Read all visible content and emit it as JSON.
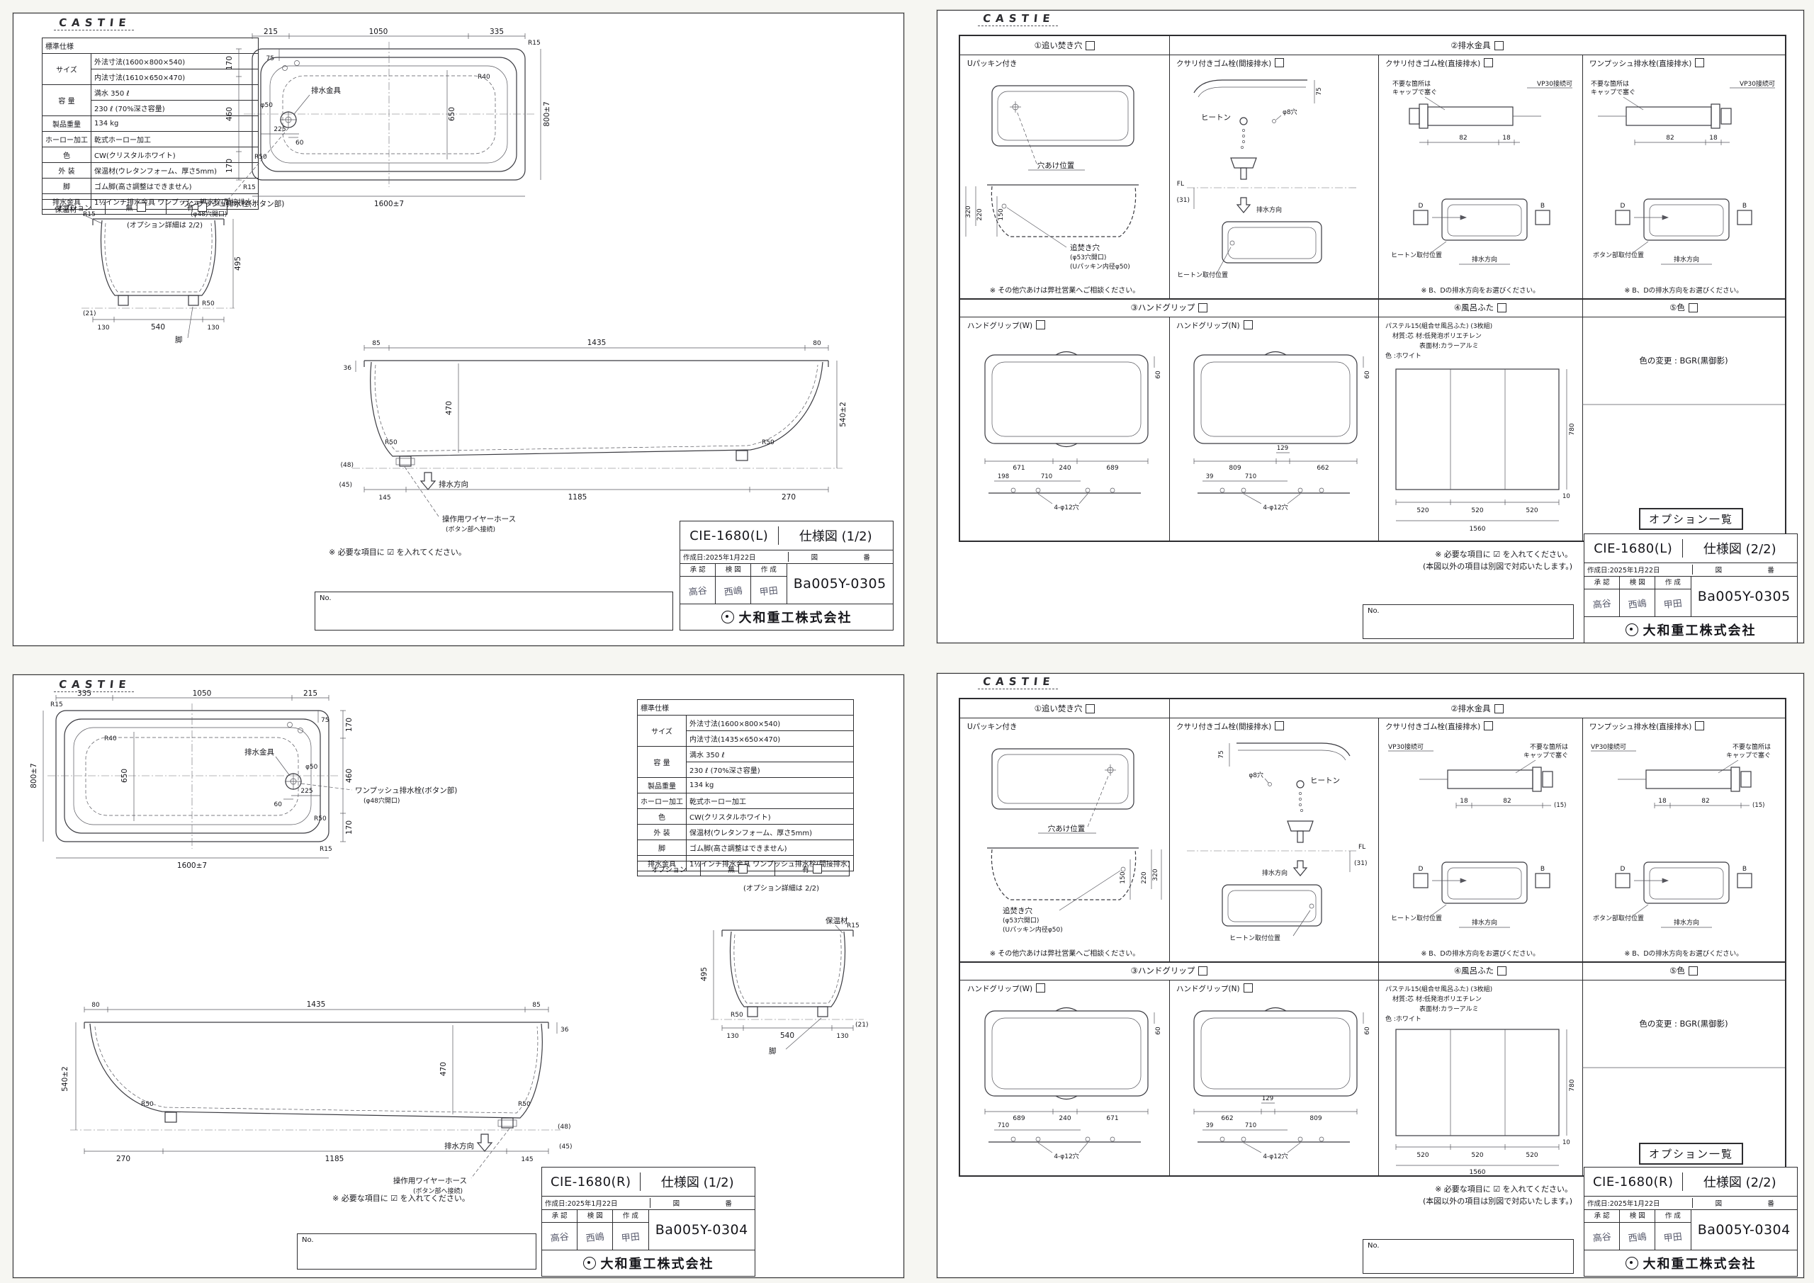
{
  "logo": {
    "text": "CASTIE"
  },
  "company": {
    "name": "大和重工株式会社"
  },
  "notes": {
    "check": "※ 必要な項目に ☑ を入れてください。",
    "check2": "(本図以外の項目は別図で対応いたします。)",
    "no_label": "No.",
    "date": "作成日:2025年1月22日",
    "zu": "図",
    "ban": "番",
    "approve": "承 認",
    "inspect": "検 図",
    "create": "作 成",
    "sig_approve": "高谷",
    "sig_inspect": "西嶋",
    "sig_create": "甲田",
    "option_badge": "オプション一覧"
  },
  "titles": {
    "tl_model": "CIE-1680(L)",
    "tl_sheet": "仕様図 (1/2)",
    "tl_no": "Ba005Y-0305",
    "tr_model": "CIE-1680(L)",
    "tr_sheet": "仕様図 (2/2)",
    "tr_no": "Ba005Y-0305",
    "bl_model": "CIE-1680(R)",
    "bl_sheet": "仕様図 (1/2)",
    "bl_no": "Ba005Y-0304",
    "br_model": "CIE-1680(R)",
    "br_sheet": "仕様図 (2/2)",
    "br_no": "Ba005Y-0304"
  },
  "spec": {
    "title": "標準仕様",
    "size_label": "サイズ",
    "size_outer": "外法寸法(1600×800×540)",
    "size_inner_l": "内法寸法(1610×650×470)",
    "size_inner_r": "内法寸法(1435×650×470)",
    "cap_label": "容 量",
    "cap_full": "満水 350 ℓ",
    "cap_part": "230 ℓ (70%深さ容量)",
    "weight_label": "製品重量",
    "weight": "134 kg",
    "enamel_label": "ホーロー加工",
    "enamel": "乾式ホーロー加工",
    "color_label": "色",
    "color": "CW(クリスタルホワイト)",
    "exterior_label": "外 装",
    "exterior": "保温材(ウレタンフォーム、厚さ5mm)",
    "leg_label": "脚",
    "leg": "ゴム脚(高さ調整はできません)",
    "drain_label": "排水金具",
    "drain": "1½インチ排水金具 ワンプッシュ排水栓(間接排水)",
    "opt_label": "オプション",
    "opt_none": "無",
    "opt_yes": "有",
    "opt_note": "(オプション詳細は 2/2)"
  },
  "plan": {
    "d215": "215",
    "d1050": "1050",
    "d335": "335",
    "d75": "75",
    "d170a": "170",
    "d460": "460",
    "d170b": "170",
    "d800": "800±7",
    "d650": "650",
    "d225": "225",
    "d1600": "1600±7",
    "r15": "R15",
    "r40": "R40",
    "r50": "R50",
    "phi50": "φ50",
    "d60": "60",
    "drain_label": "排水金具",
    "onepush1": "ワンプッシュ排水栓(ボタン部)",
    "onepush2": "(φ48穴開口)"
  },
  "cross": {
    "ins": "保温材",
    "d495": "495",
    "d130a": "130",
    "d540": "540",
    "d130b": "130",
    "d21": "(21)",
    "leg": "脚",
    "r15": "R15",
    "r50": "R50"
  },
  "long": {
    "d85": "85",
    "d1435": "1435",
    "d80": "80",
    "d36": "36",
    "d470": "470",
    "d540": "540±2",
    "d145": "145",
    "d1185": "1185",
    "d270": "270",
    "d45": "(45)",
    "d48": "(48)",
    "r50": "R50",
    "drain_dir": "排水方向",
    "wire1": "操作用ワイヤーホース",
    "wire2": "(ボタン部へ接続)"
  },
  "opt": {
    "h1": "①追い焚き穴",
    "h2": "②排水金具",
    "h3": "③ハンドグリップ",
    "h4": "④風呂ふた",
    "h5": "⑤色",
    "c1_sub": "Uパッキン付き",
    "c2_sub": "クサリ付きゴム栓(間接排水)",
    "c3_sub": "クサリ付きゴム栓(直接排水)",
    "c4_sub": "ワンプッシュ排水栓(直接排水)",
    "hole_pos": "穴あけ位置",
    "d320": "320",
    "d220": "220",
    "d150": "150",
    "oidaki1": "追焚き穴",
    "oidaki2": "(φ53穴開口)",
    "oidaki3": "(Uパッキン内径φ50)",
    "c1_note": "※ その他穴あけは弊社営業へご相談ください。",
    "d75": "75",
    "heaton": "ヒートン",
    "phi8": "φ8穴",
    "fl": "FL",
    "d31": "(31)",
    "cap1": "不要な箇所は",
    "cap2": "キャップで塞ぐ",
    "vp30": "VP30接続可",
    "d82": "82",
    "d18": "18",
    "d15": "(15)",
    "dD": "D",
    "dB": "B",
    "heaton_pos": "ヒートン取付位置",
    "button_pos": "ボタン部取付位置",
    "drain_dir": "排水方向",
    "bd_note": "※ B、Dの排水方向をお選びください。",
    "gw": "ハンドグリップ(W)",
    "gn": "ハンドグリップ(N)",
    "d671": "671",
    "d240": "240",
    "d689": "689",
    "d60": "60",
    "d198": "198",
    "d710": "710",
    "holes": "4-φ12穴",
    "d809": "809",
    "d662": "662",
    "d129": "129",
    "d39": "39",
    "futa1": "パステル15(組合せ風呂ふた) (3枚組)",
    "futa2": "材質:芯 材:低発泡ポリエチレン",
    "futa3": "表面材:カラーアルミ",
    "futa4": "色 :ホワイト",
    "d520": "520",
    "d1560": "1560",
    "d780": "780",
    "d10": "10",
    "color_change": "色の変更 : BGR(黒御影)"
  }
}
